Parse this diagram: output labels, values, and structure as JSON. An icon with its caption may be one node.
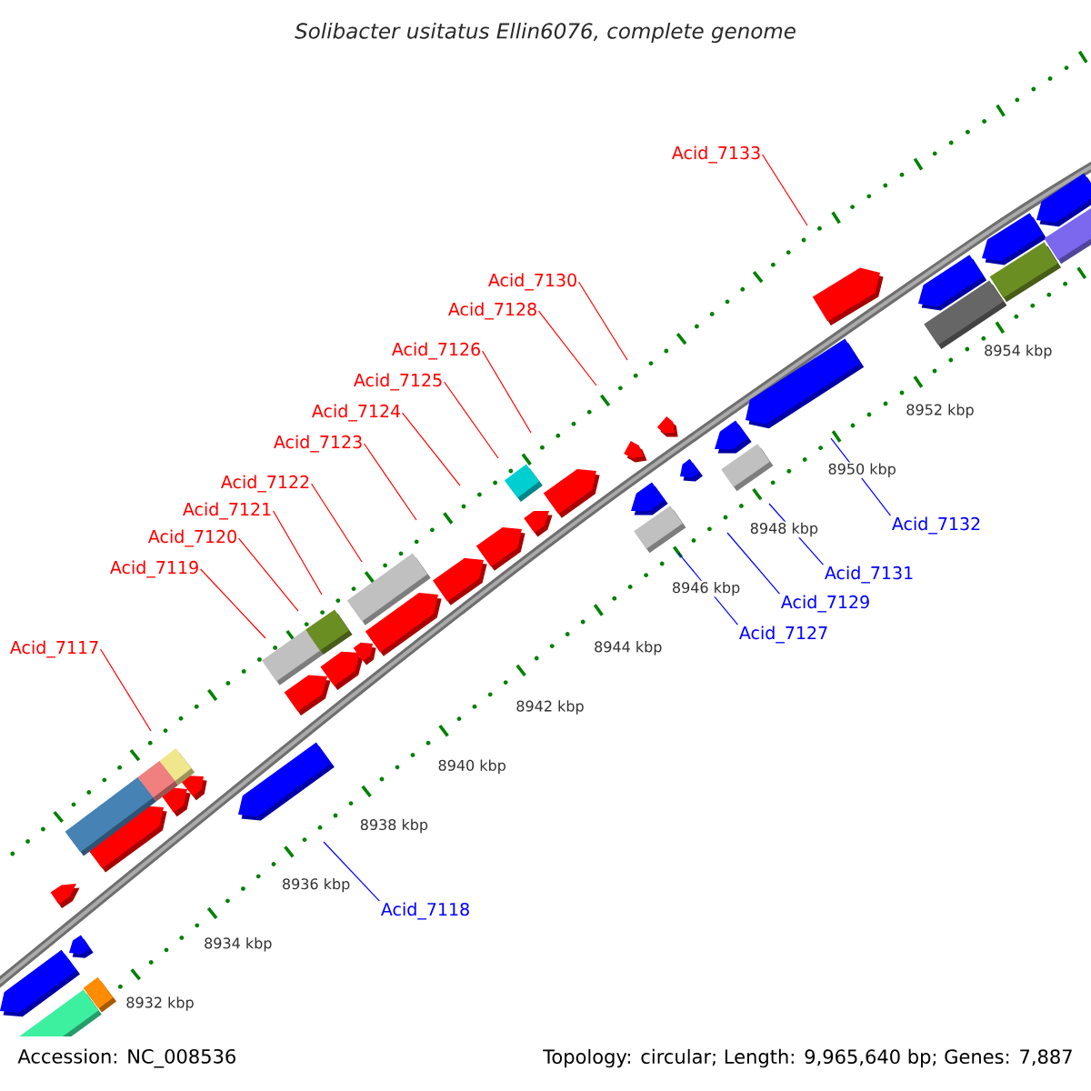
{
  "diagram": {
    "title": "Solibacter usitatus Ellin6076, complete genome",
    "nodes": [
      {
        "text": [
          "Acid_7133"
        ]
      },
      {
        "text": [
          "Acid_7130"
        ]
      },
      {
        "text": [
          "Acid_7128"
        ]
      },
      {
        "text": [
          "Acid_7126"
        ]
      },
      {
        "text": [
          "Acid_7125"
        ]
      },
      {
        "text": [
          "Acid_7124"
        ]
      },
      {
        "text": [
          "Acid_7123"
        ]
      },
      {
        "text": [
          "Acid_7122"
        ]
      },
      {
        "text": [
          "Acid_7121"
        ]
      },
      {
        "text": [
          "Acid_7120"
        ]
      },
      {
        "text": [
          "Acid_7119"
        ]
      },
      {
        "text": [
          "Acid_7117"
        ]
      },
      {
        "text": [
          "Acid_7132"
        ]
      },
      {
        "text": [
          "Acid_7131"
        ]
      },
      {
        "text": [
          "Acid_7129"
        ]
      },
      {
        "text": [
          "Acid_7127"
        ]
      },
      {
        "text": [
          "Acid_7118"
        ]
      }
    ],
    "edges": [
      {
        "from": 0,
        "to": null,
        "arrow": "none"
      },
      {
        "from": 1,
        "to": null,
        "arrow": "none"
      },
      {
        "from": 2,
        "to": null,
        "arrow": "none"
      },
      {
        "from": 3,
        "to": null,
        "arrow": "none"
      },
      {
        "from": 4,
        "to": null,
        "arrow": "none"
      },
      {
        "from": 5,
        "to": null,
        "arrow": "none"
      },
      {
        "from": 6,
        "to": null,
        "arrow": "none"
      },
      {
        "from": 7,
        "to": null,
        "arrow": "none"
      },
      {
        "from": 8,
        "to": null,
        "arrow": "none"
      },
      {
        "from": 9,
        "to": null,
        "arrow": "none"
      },
      {
        "from": 10,
        "to": null,
        "arrow": "none"
      },
      {
        "from": 11,
        "to": null,
        "arrow": "none"
      },
      {
        "from": 12,
        "to": null,
        "arrow": "none",
        "color": "#0000ff"
      },
      {
        "from": 13,
        "to": null,
        "arrow": "none",
        "color": "#0000ff"
      },
      {
        "from": 14,
        "to": null,
        "arrow": "none",
        "color": "#0000ff"
      },
      {
        "from": 15,
        "to": null,
        "arrow": "none",
        "color": "#0000ff"
      },
      {
        "from": 16,
        "to": null,
        "arrow": "none",
        "color": "#0000ff"
      }
    ],
    "labels": [
      "8932 kbp",
      "8934 kbp",
      "8936 kbp",
      "8938 kbp",
      "8940 kbp",
      "8942 kbp",
      "8944 kbp",
      "8946 kbp",
      "8948 kbp",
      "8950 kbp",
      "8952 kbp",
      "8954 kbp",
      "Accession: NC_008536",
      "Topology: circular; Length: 9,965,640 bp; Genes: 7,887"
    ]
  }
}
